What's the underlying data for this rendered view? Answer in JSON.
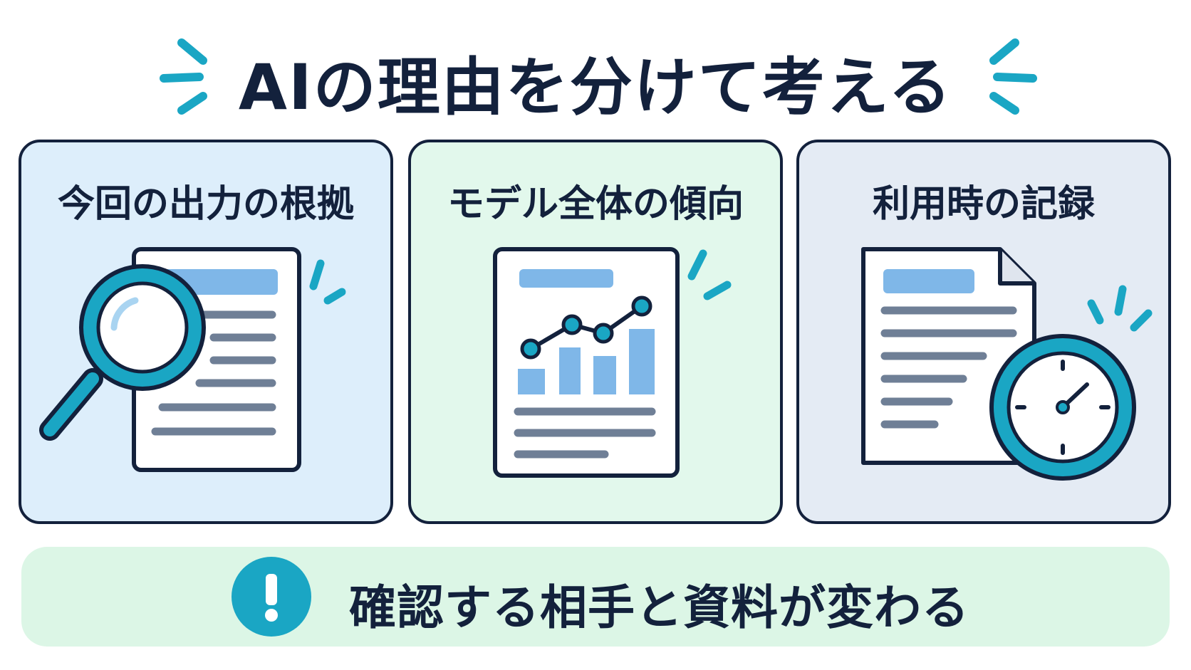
{
  "title": "AIの理由を分けて考える",
  "cards": [
    {
      "title": "今回の出力の根拠",
      "icon": "magnifier-document-icon"
    },
    {
      "title": "モデル全体の傾向",
      "icon": "chart-document-icon"
    },
    {
      "title": "利用時の記録",
      "icon": "clock-document-icon"
    }
  ],
  "banner": {
    "text": "確認する相手と資料が変わる",
    "icon": "exclamation-icon"
  },
  "colors": {
    "navy": "#13213c",
    "teal": "#1aa6c4",
    "blue_bar": "#7fb7e8",
    "gray_line": "#6f7f96",
    "card1_bg": "#ddeefb",
    "card2_bg": "#e2f8ec",
    "card3_bg": "#e4ebf4",
    "banner_bg": "#dcf6e6"
  }
}
